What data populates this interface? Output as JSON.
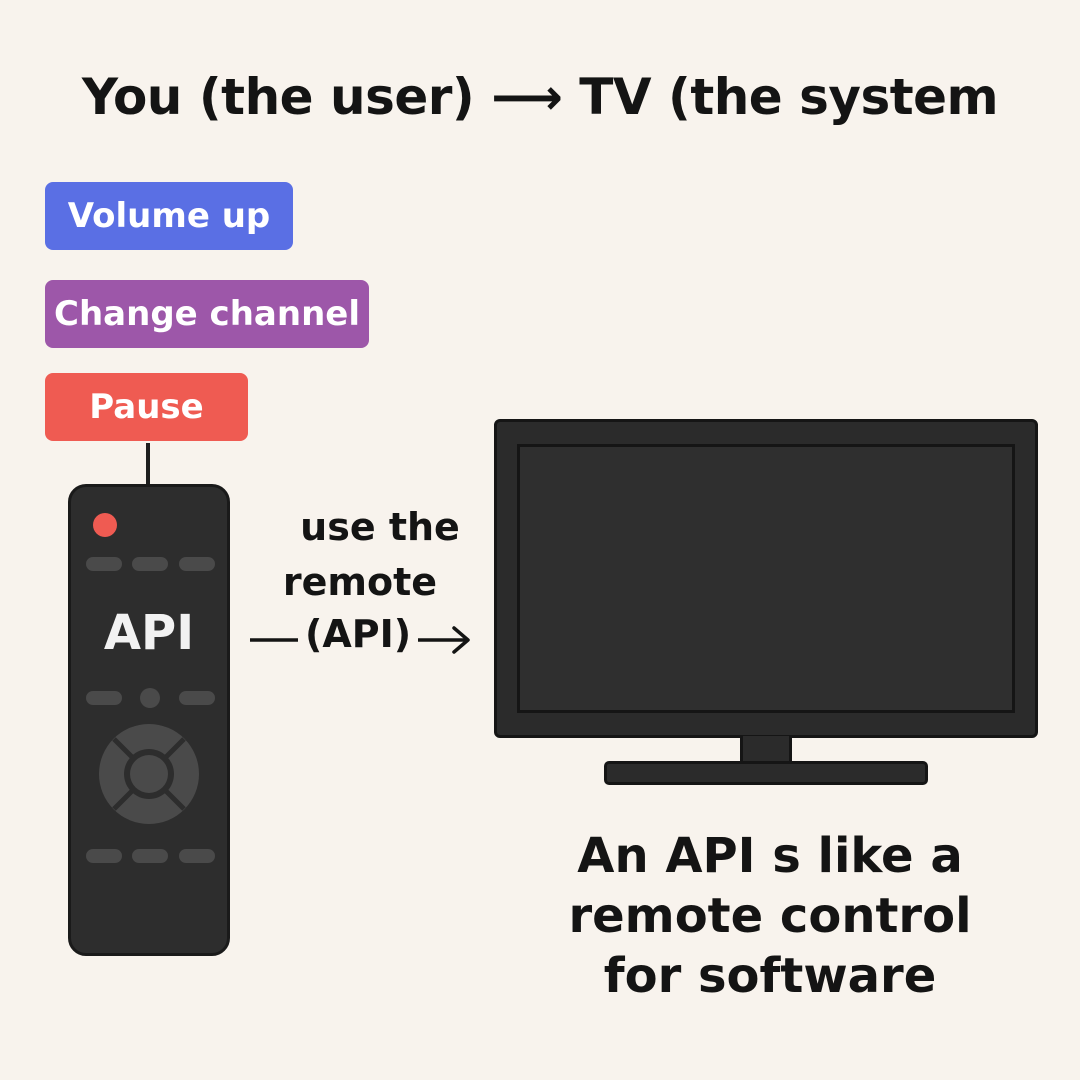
{
  "title": "You (the user) ⟶ TV (the system",
  "actions": [
    {
      "label": "Volume up",
      "color": "#5a6fe4"
    },
    {
      "label": "Change channel",
      "color": "#9d57a9"
    },
    {
      "label": "Pause",
      "color": "#ef5b52"
    }
  ],
  "remote": {
    "label": "API"
  },
  "arrow_label": {
    "line1": "use the",
    "line2": "remote",
    "line3": "(API)"
  },
  "caption": {
    "line1": "An API s like a",
    "line2": "remote control",
    "line3": "for software"
  },
  "colors": {
    "background": "#f8f3ed",
    "device_body": "#2d2d2d",
    "outline": "#151515"
  }
}
